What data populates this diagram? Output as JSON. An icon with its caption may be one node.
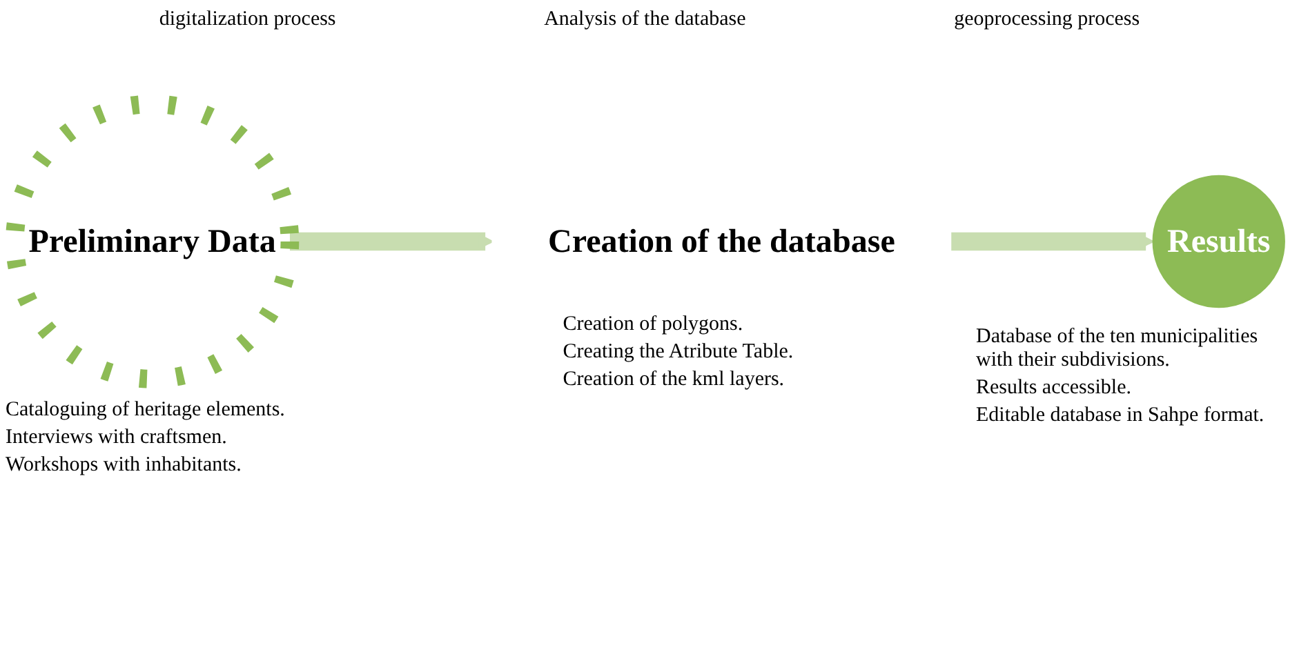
{
  "diagram": {
    "nodes": [
      {
        "text": [
          "Preliminary Data"
        ],
        "beside": [
          "Cataloguing of heritage elements.",
          "Interviews with craftsmen.",
          "Workshops with inhabitants."
        ]
      },
      {
        "text": [
          "Creation of the database"
        ],
        "beside": [
          "Creation of polygons.",
          "Creating the Atribute Table.",
          "Creation of the kml layers."
        ]
      },
      {
        "text": [
          "Results"
        ],
        "beside": [
          "Database of the ten municipalities with their subdivisions.",
          "Results accessible.",
          "Editable database in Sahpe format."
        ]
      }
    ],
    "edges": [
      {
        "from": 0,
        "to": 1,
        "arrow": "to"
      },
      {
        "from": 1,
        "to": 2,
        "arrow": "to"
      }
    ],
    "labels": [
      "digitalization process",
      "Analysis of the database",
      "geoprocessing process"
    ]
  }
}
